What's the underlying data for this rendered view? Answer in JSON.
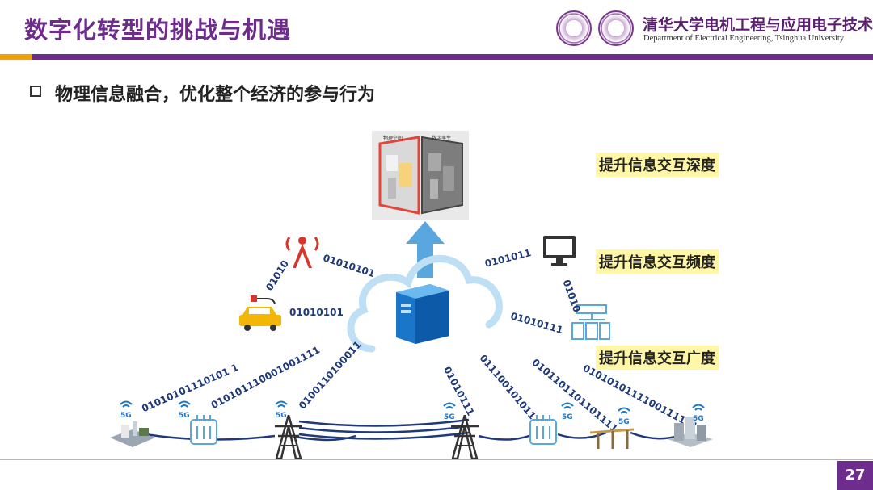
{
  "header": {
    "title": "数字化转型的挑战与机遇",
    "dept_cn": "清华大学电机工程与应用电子技术系",
    "dept_en": "Department of Electrical Engineering, Tsinghua University"
  },
  "subtitle": "物理信息融合，优化整个经济的参与行为",
  "twin_panel": {
    "left_label": "物理空间",
    "right_label": "数字孪生"
  },
  "tags": {
    "depth": "提升信息交互深度",
    "frequency": "提升信息交互频度",
    "breadth": "提升信息交互广度"
  },
  "binary": {
    "tower_left": "01010",
    "tower_right": "01010101",
    "car": "01010101",
    "monitor_left": "0101011",
    "monitor_down": "01010",
    "server_right": "01010111",
    "b1": "01010101110101 1",
    "b2": "010101110001001111",
    "b3": "0100110100011",
    "b4": "01010111",
    "b5": "011100101011",
    "b6": "0101101101101111",
    "b7": "0101010111100111111"
  },
  "badge_5g": "5G",
  "page_number": "27",
  "colors": {
    "brand": "#6e2c8d",
    "accent": "#f0a000",
    "binary": "#1f3a7a",
    "tag_bg": "#fff7a6"
  }
}
